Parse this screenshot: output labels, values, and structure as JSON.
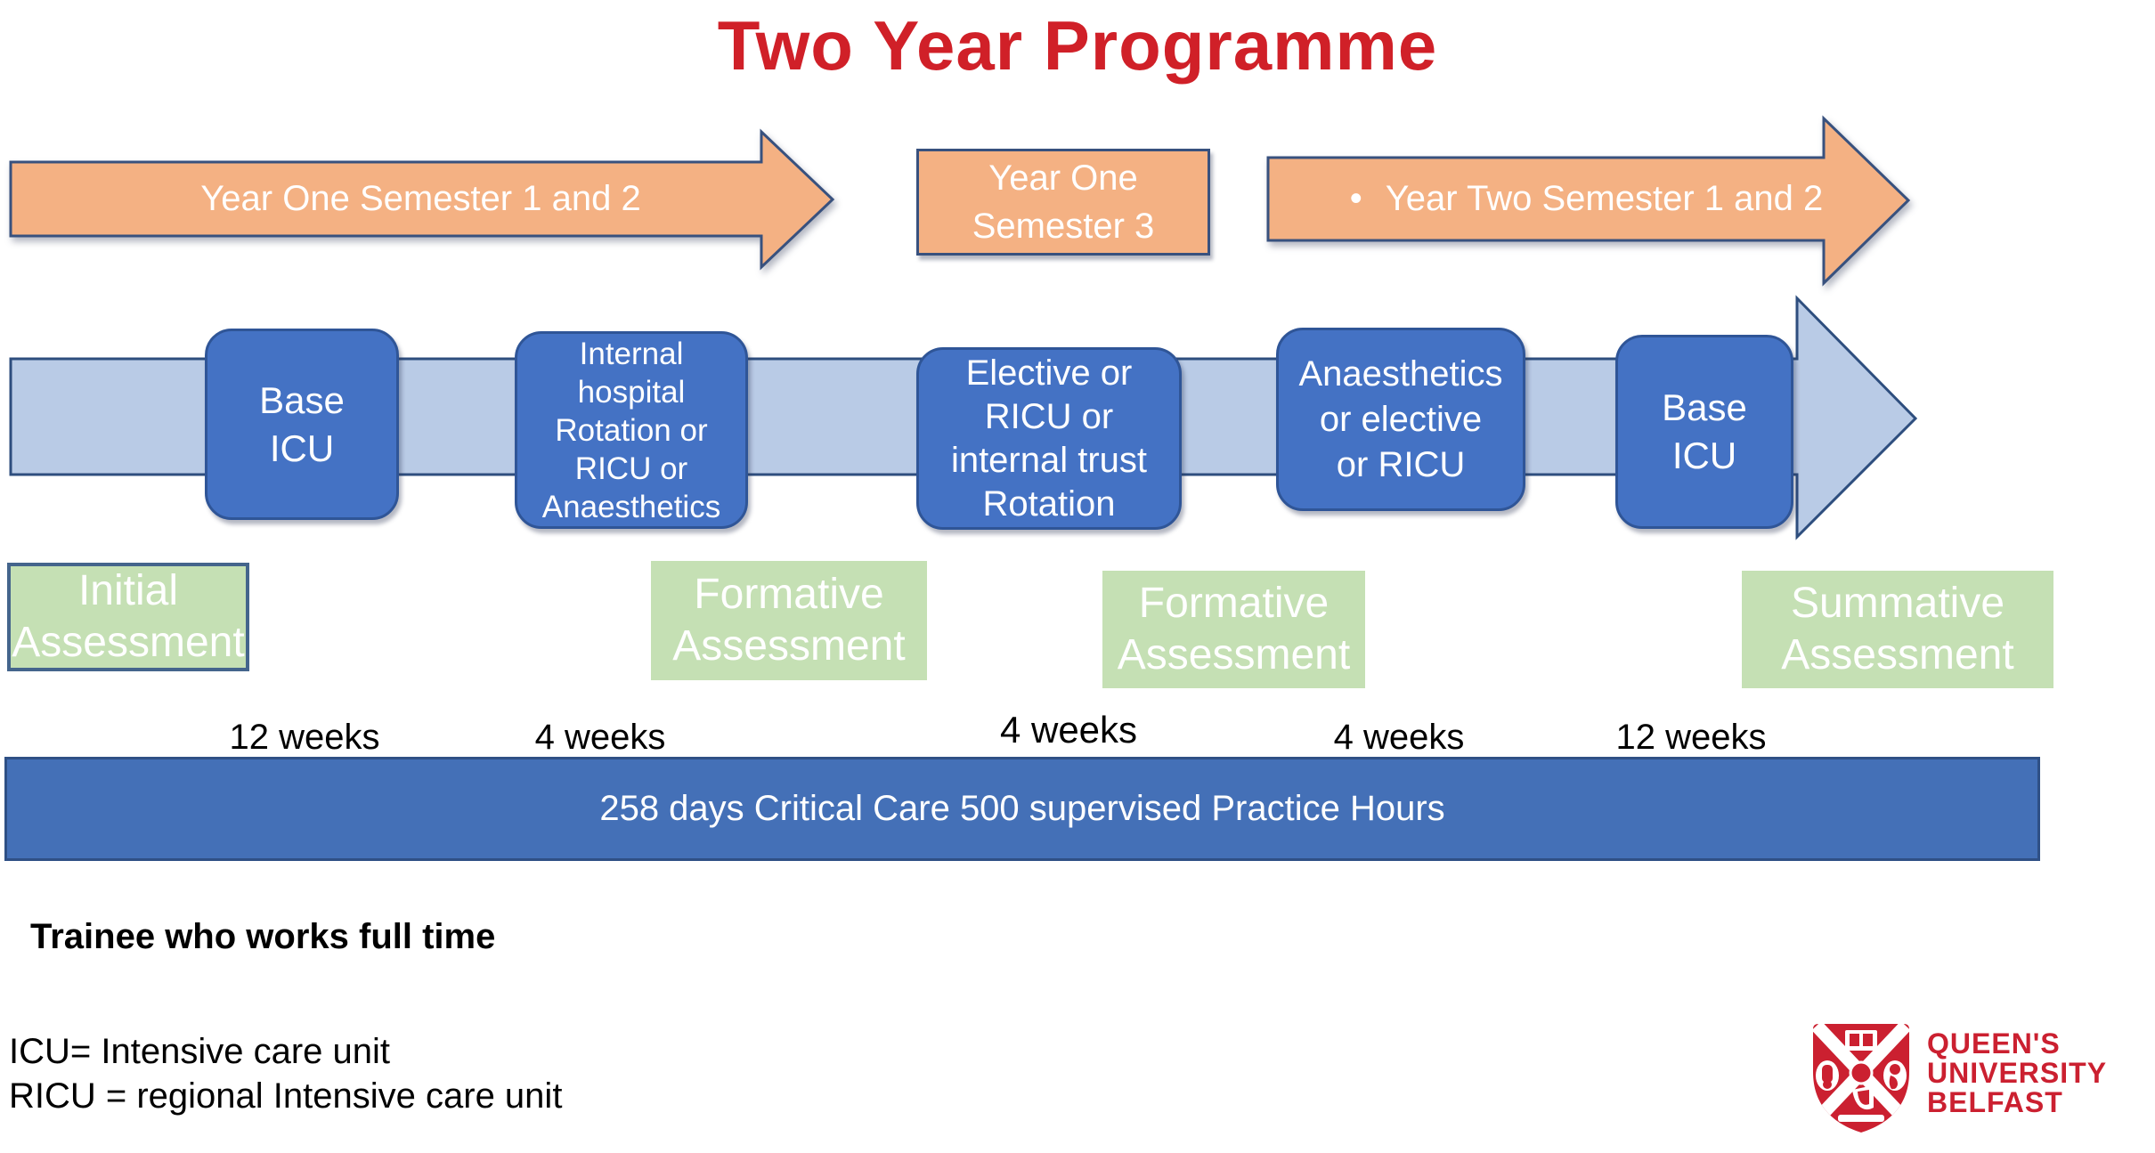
{
  "title": "Two Year Programme",
  "timeline_top": {
    "year_one_sem_1_2": {
      "label": "Year One Semester 1 and 2"
    },
    "year_one_sem_3": {
      "label": "Year One\nSemester 3"
    },
    "year_two_sem_1_2": {
      "bullet": "•",
      "label": "Year Two Semester 1 and 2"
    }
  },
  "rotations": [
    {
      "label": "Base\nICU"
    },
    {
      "label": "Internal\nhospital\nRotation or\nRICU or\nAnaesthetics"
    },
    {
      "label": "Elective or\nRICU or\ninternal trust\nRotation"
    },
    {
      "label": "Anaesthetics\nor elective\nor RICU"
    },
    {
      "label": "Base\nICU"
    }
  ],
  "assessments": [
    {
      "label": "Initial\nAssessment"
    },
    {
      "label": "Formative\nAssessment"
    },
    {
      "label": "Formative\nAssessment"
    },
    {
      "label": "Summative\nAssessment"
    }
  ],
  "durations": [
    "12 weeks",
    "4 weeks",
    "4 weeks",
    "4 weeks",
    "12 weeks"
  ],
  "summary_bar": {
    "label": "258 days Critical Care 500 supervised Practice Hours"
  },
  "notes": {
    "trainee": "Trainee who works full time",
    "legend": [
      "ICU= Intensive care unit",
      "RICU = regional Intensive care unit"
    ]
  },
  "logo": {
    "lines": [
      "QUEEN'S",
      "UNIVERSITY",
      "BELFAST"
    ]
  },
  "colors": {
    "title_red": "#D02028",
    "orange_fill": "#F4B183",
    "orange_border": "#38517E",
    "band_fill": "#B9CBE6",
    "band_border": "#2E4E7E",
    "box_blue": "#4472C4",
    "box_blue_border": "#2F5597",
    "assessment_green": "#C5E0B4",
    "assessment_border": "#44658C",
    "bar_blue": "#4470B7",
    "bar_border": "#2F5085",
    "logo_red": "#CB2030"
  }
}
